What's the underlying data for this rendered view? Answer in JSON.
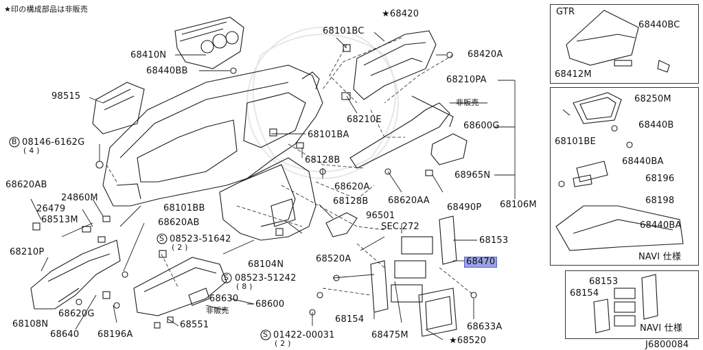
{
  "header": {
    "note": "★印の構成部品は非販売"
  },
  "footer": {
    "diagram_id": "J6800084"
  },
  "inset_gtr": {
    "title": "GTR",
    "labels": [
      "68440BC",
      "68412M"
    ]
  },
  "inset_navi1": {
    "labels": [
      "68250M",
      "68101BE",
      "68440B",
      "68440BA",
      "68196",
      "68198",
      "68440BA"
    ],
    "caption": "NAVI 仕様"
  },
  "inset_navi2": {
    "labels": [
      "68153",
      "68154"
    ],
    "caption": "NAVI 仕様"
  },
  "labels": {
    "p68101BC": "68101BC",
    "p68420": "★68420",
    "p68410N": "68410N",
    "p68420A": "68420A",
    "p68440BB": "68440BB",
    "p68210PA": "68210PA",
    "p98515": "98515",
    "p_hihanbai1": "非販売",
    "p68210E": "68210E",
    "p68600G": "68600G",
    "p08146": "08146-6162G",
    "p08146_qty": "( 4 )",
    "p68101BA": "68101BA",
    "p68128B_1": "68128B",
    "p68965N": "68965N",
    "p68620AB_1": "68620AB",
    "p24860M": "24860M",
    "p68620A": "68620A",
    "p68620AA": "68620AA",
    "p68490P": "68490P",
    "p68106M": "68106M",
    "p26479": "26479",
    "p68128B_2": "68128B",
    "p68101BB": "68101BB",
    "p68513M": "68513M",
    "p68620AB_2": "68620AB",
    "p96501": "96501",
    "p_sec272": "SEC.272",
    "p08523_1": "08523-51642",
    "p08523_1_qty": "( 2 )",
    "p68153": "68153",
    "p68210P": "68210P",
    "p68104N": "68104N",
    "p68520A": "68520A",
    "p68470": "68470",
    "p08523_2": "08523-51242",
    "p08523_2_qty": "( 8 )",
    "p68630": "68630",
    "p68600": "68600",
    "p_hihanbai2": "非販売",
    "p68108N": "68108N",
    "p68620G": "68620G",
    "p68154": "68154",
    "p68633A": "68633A",
    "p68551": "68551",
    "p68640": "68640",
    "p68196A": "68196A",
    "p01422": "01422-00031",
    "p01422_qty": "( 2 )",
    "p68475M": "68475M",
    "p68520": "★68520"
  },
  "circle_prefix": {
    "b_symbol": "B",
    "s_symbol": "S"
  },
  "colors": {
    "line": "#1a1a1a",
    "selected": "#9aa2e8"
  }
}
